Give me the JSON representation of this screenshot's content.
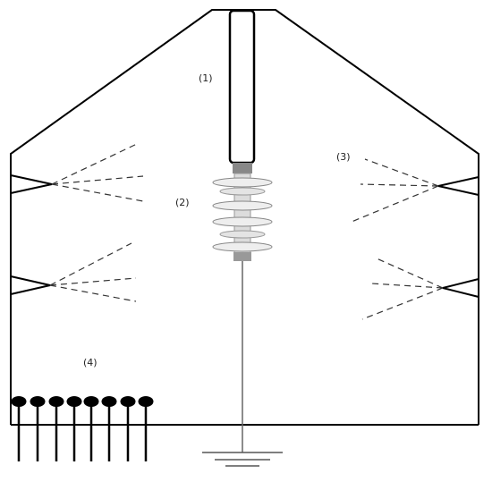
{
  "labels": {
    "rod": "(1)",
    "insulator": "(2)",
    "spray_nozzles": "(3)",
    "heaters": "(4)"
  },
  "components": {
    "rod": "hv-rod",
    "insulator": "composite-insulator",
    "nozzle": "spray-nozzle-icon",
    "heater": "heater-icon",
    "ground": "ground-icon"
  },
  "colors": {
    "stroke": "#000000",
    "insulator_light": "#eeeeee",
    "insulator_dark": "#999999",
    "lead": "#666666",
    "text": "#222222"
  }
}
